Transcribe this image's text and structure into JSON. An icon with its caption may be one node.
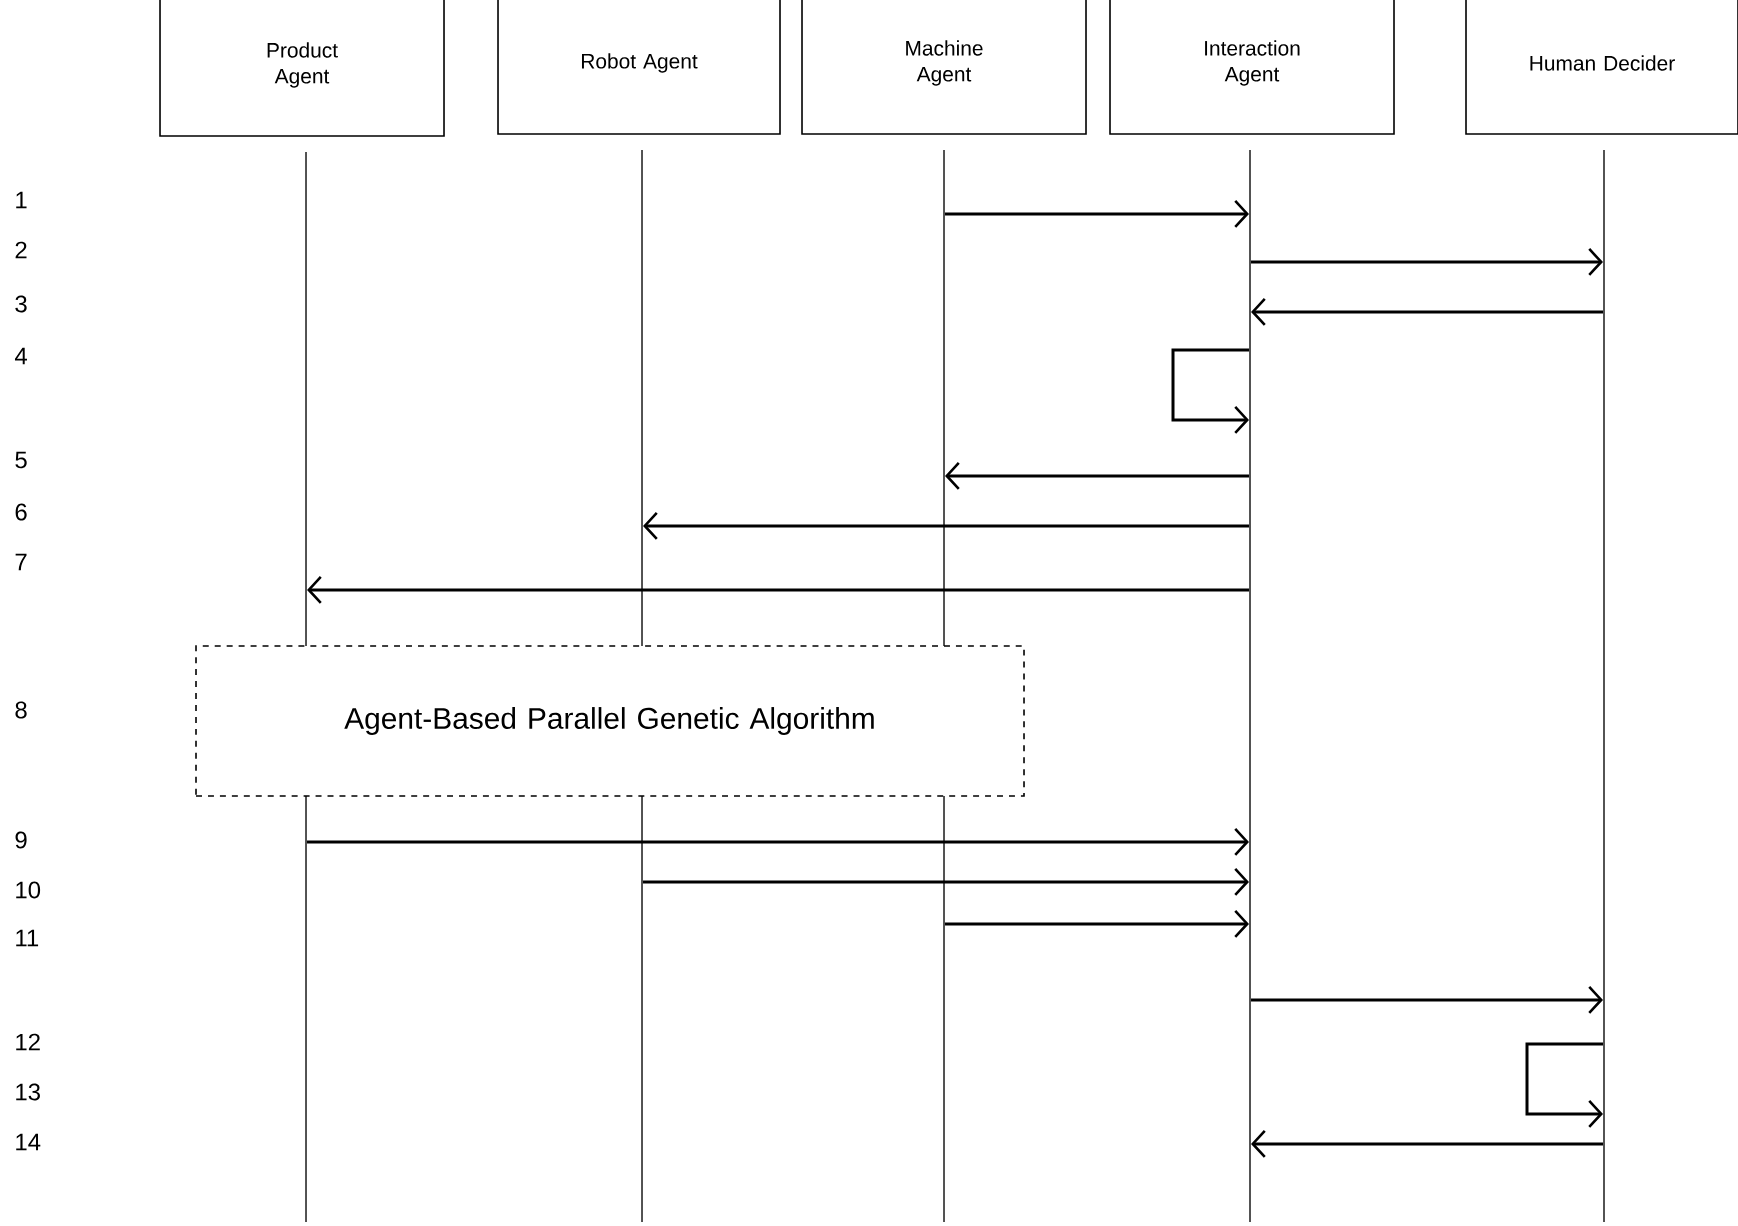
{
  "diagram": {
    "nodes": [
      {
        "text": [
          "Product Agent"
        ]
      },
      {
        "text": [
          "Robot Agent"
        ]
      },
      {
        "text": [
          "Machine Agent"
        ]
      },
      {
        "text": [
          "Interaction Agent"
        ]
      },
      {
        "text": [
          "Human Decider"
        ]
      },
      {
        "text": [],
        "shape": "bar"
      },
      {
        "text": [],
        "shape": "bar"
      },
      {
        "text": [],
        "shape": "bar"
      },
      {
        "text": [],
        "shape": "bar"
      },
      {
        "text": [],
        "shape": "bar"
      },
      {
        "text": [
          "Agent-Based Parallel Genetic Algorithm"
        ]
      }
    ],
    "edges": [
      {
        "from": 7,
        "to": 8,
        "arrow": "to"
      },
      {
        "from": 8,
        "to": 9,
        "arrow": "to"
      },
      {
        "from": 9,
        "to": 8,
        "arrow": "to"
      },
      {
        "from": 8,
        "to": 8,
        "arrow": "to"
      },
      {
        "from": 8,
        "to": 7,
        "arrow": "to"
      },
      {
        "from": 8,
        "to": 6,
        "arrow": "to"
      },
      {
        "from": 8,
        "to": 5,
        "arrow": "to"
      },
      {
        "from": 5,
        "to": 8,
        "arrow": "to"
      },
      {
        "from": 6,
        "to": 8,
        "arrow": "to"
      },
      {
        "from": 7,
        "to": 8,
        "arrow": "to"
      },
      {
        "from": 8,
        "to": 9,
        "arrow": "to"
      },
      {
        "from": 9,
        "to": 9,
        "arrow": "to"
      },
      {
        "from": 9,
        "to": 8,
        "arrow": "to"
      }
    ],
    "labels": [
      "1",
      "2",
      "3",
      "4",
      "5",
      "6",
      "7",
      "8",
      "9",
      "10",
      "11",
      "12",
      "13",
      "14"
    ]
  }
}
